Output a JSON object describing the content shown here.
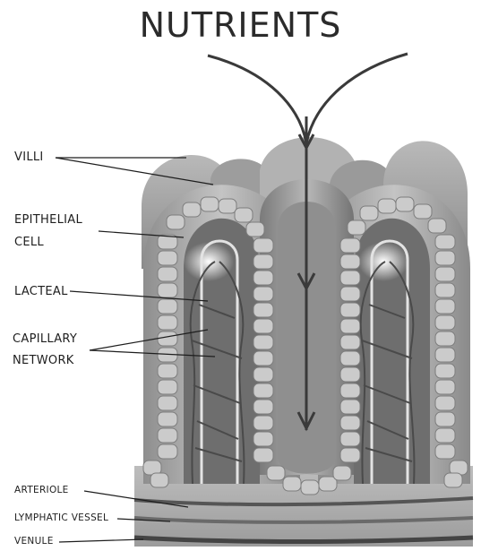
{
  "title": "NUTRIENTS",
  "labels": {
    "villi": "VILLI",
    "epithelial_line1": "EPITHELIAL",
    "epithelial_line2": "CELL",
    "lacteal": "LACTEAL",
    "capillary_line1": "CAPILLARY",
    "capillary_line2": "NETWORK",
    "arteriole": "ARTERIOLE",
    "lymphatic_vessel": "LYMPHATIC VESSEL",
    "venule": "VENULE"
  },
  "colors": {
    "villus_body": "#a9a9a9",
    "villus_dark": "#6f6f6f",
    "cell_fill": "#c9c9c9",
    "vessel": "#4a4a4a",
    "arrow": "#3a3a3a",
    "text": "#1e1e1e"
  }
}
